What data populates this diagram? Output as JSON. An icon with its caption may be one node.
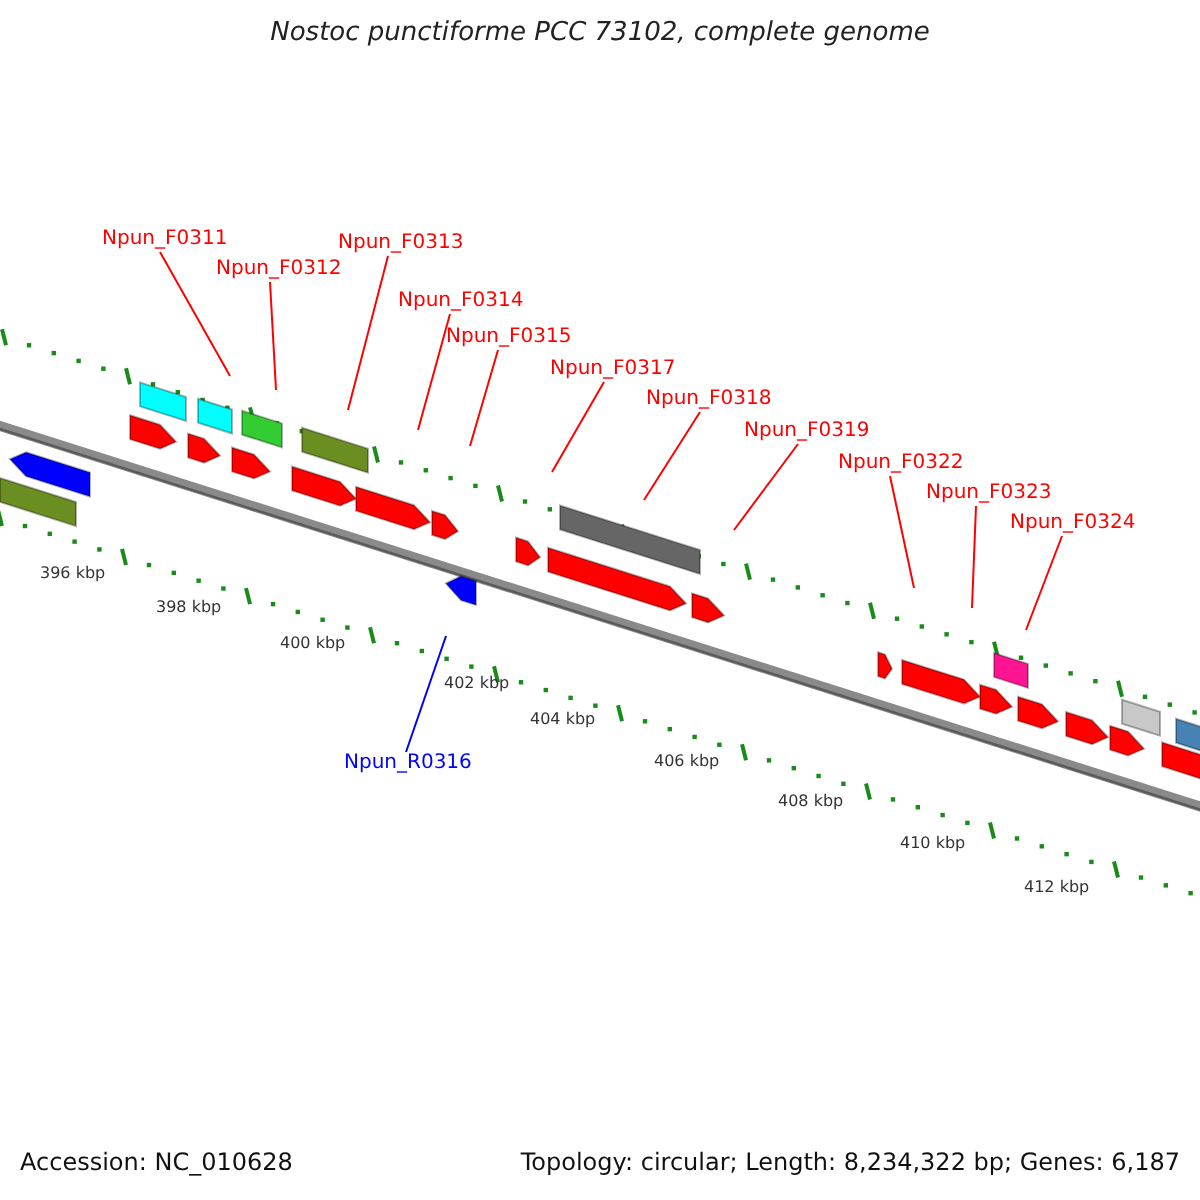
{
  "diagram": {
    "title": "Nostoc punctiforme PCC 73102, complete genome",
    "nodes": [
      {
        "text": [
          "Npun_F0311"
        ]
      },
      {
        "text": [
          "Npun_F0312"
        ]
      },
      {
        "text": [
          "Npun_F0313"
        ]
      },
      {
        "text": [
          "Npun_F0314"
        ]
      },
      {
        "text": [
          "Npun_F0315"
        ]
      },
      {
        "text": [
          "Npun_F0317"
        ]
      },
      {
        "text": [
          "Npun_F0318"
        ]
      },
      {
        "text": [
          "Npun_F0319"
        ]
      },
      {
        "text": [
          "Npun_F0322"
        ]
      },
      {
        "text": [
          "Npun_F0323"
        ]
      },
      {
        "text": [
          "Npun_F0324"
        ]
      },
      {
        "text": [
          "Npun_R0316"
        ]
      }
    ],
    "edges": [
      {
        "from": 0,
        "to": null,
        "arrow": "none"
      },
      {
        "from": 1,
        "to": null,
        "arrow": "none"
      },
      {
        "from": 2,
        "to": null,
        "arrow": "none"
      },
      {
        "from": 3,
        "to": null,
        "arrow": "none"
      },
      {
        "from": 4,
        "to": null,
        "arrow": "none"
      },
      {
        "from": 5,
        "to": null,
        "arrow": "none"
      },
      {
        "from": 6,
        "to": null,
        "arrow": "none"
      },
      {
        "from": 7,
        "to": null,
        "arrow": "none"
      },
      {
        "from": 8,
        "to": null,
        "arrow": "none"
      },
      {
        "from": 9,
        "to": null,
        "arrow": "none"
      },
      {
        "from": 10,
        "to": null,
        "arrow": "none"
      },
      {
        "from": 11,
        "to": null,
        "arrow": "none",
        "color": "#0000ff"
      }
    ],
    "labels": [
      "396 kbp",
      "398 kbp",
      "400 kbp",
      "402 kbp",
      "404 kbp",
      "406 kbp",
      "408 kbp",
      "410 kbp",
      "412 kbp",
      "Accession: NC_010628",
      "Topology: circular; Length: 8,234,322 bp; Genes: 6,187"
    ]
  }
}
